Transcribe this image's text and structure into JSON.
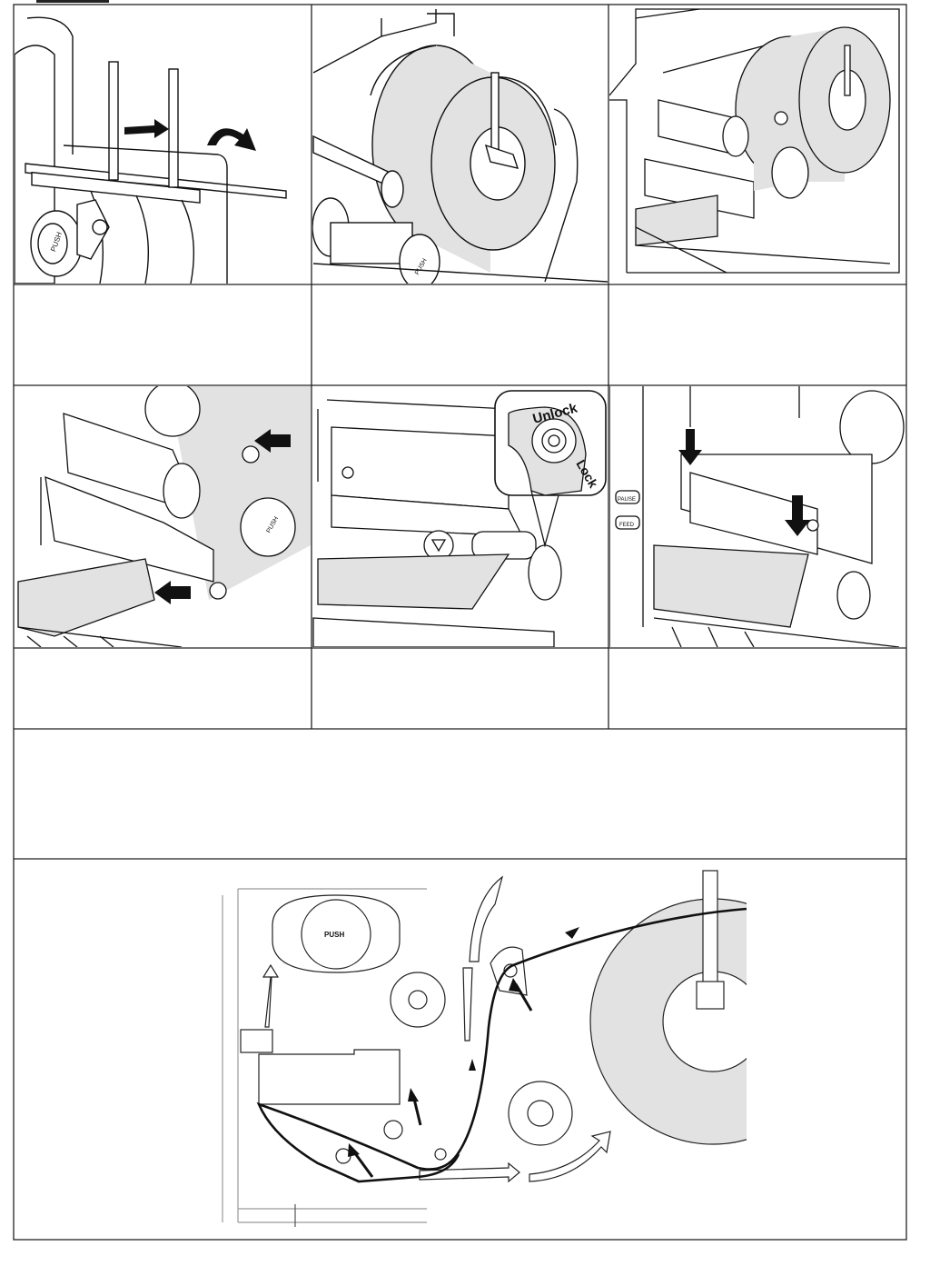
{
  "document": {
    "title": "",
    "steps": [
      {
        "id": 1,
        "caption": ""
      },
      {
        "id": 2,
        "caption": ""
      },
      {
        "id": 3,
        "caption": ""
      },
      {
        "id": 4,
        "caption": ""
      },
      {
        "id": 5,
        "caption": "",
        "dial_unlock_label": "Unlock",
        "dial_lock_label": "Lock"
      },
      {
        "id": 6,
        "caption": "",
        "button_labels": [
          "PAUSE",
          "FEED"
        ]
      }
    ],
    "note": "",
    "path_diagram": {
      "knob_label": "PUSH"
    },
    "knob_label": "PUSH",
    "colors": {
      "line": "#111111",
      "media": "#e2e2e2",
      "arrow": "#111111",
      "border": "#222222"
    }
  }
}
